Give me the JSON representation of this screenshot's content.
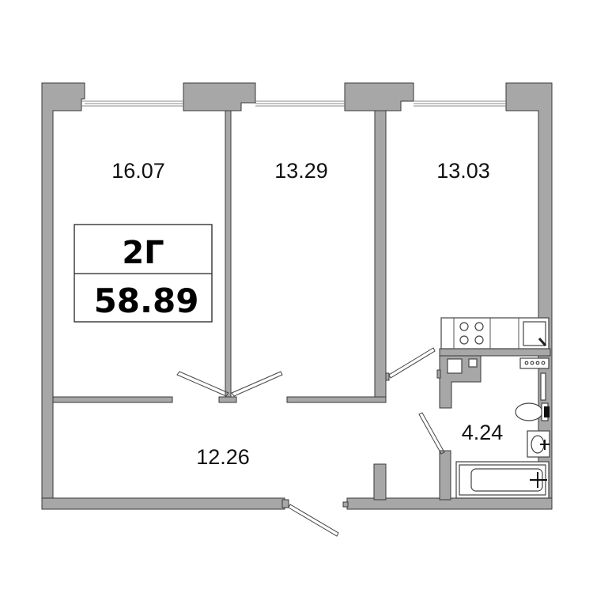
{
  "plan": {
    "apartment_code": "2Г",
    "total_area": "58.89",
    "rooms": {
      "bedroom_left": "16.07",
      "bedroom_middle": "13.29",
      "room_right": "13.03",
      "hallway": "12.26",
      "bathroom": "4.24"
    },
    "colors": {
      "wall": "#a7a7a7",
      "line": "#444444",
      "background": "#ffffff"
    }
  }
}
